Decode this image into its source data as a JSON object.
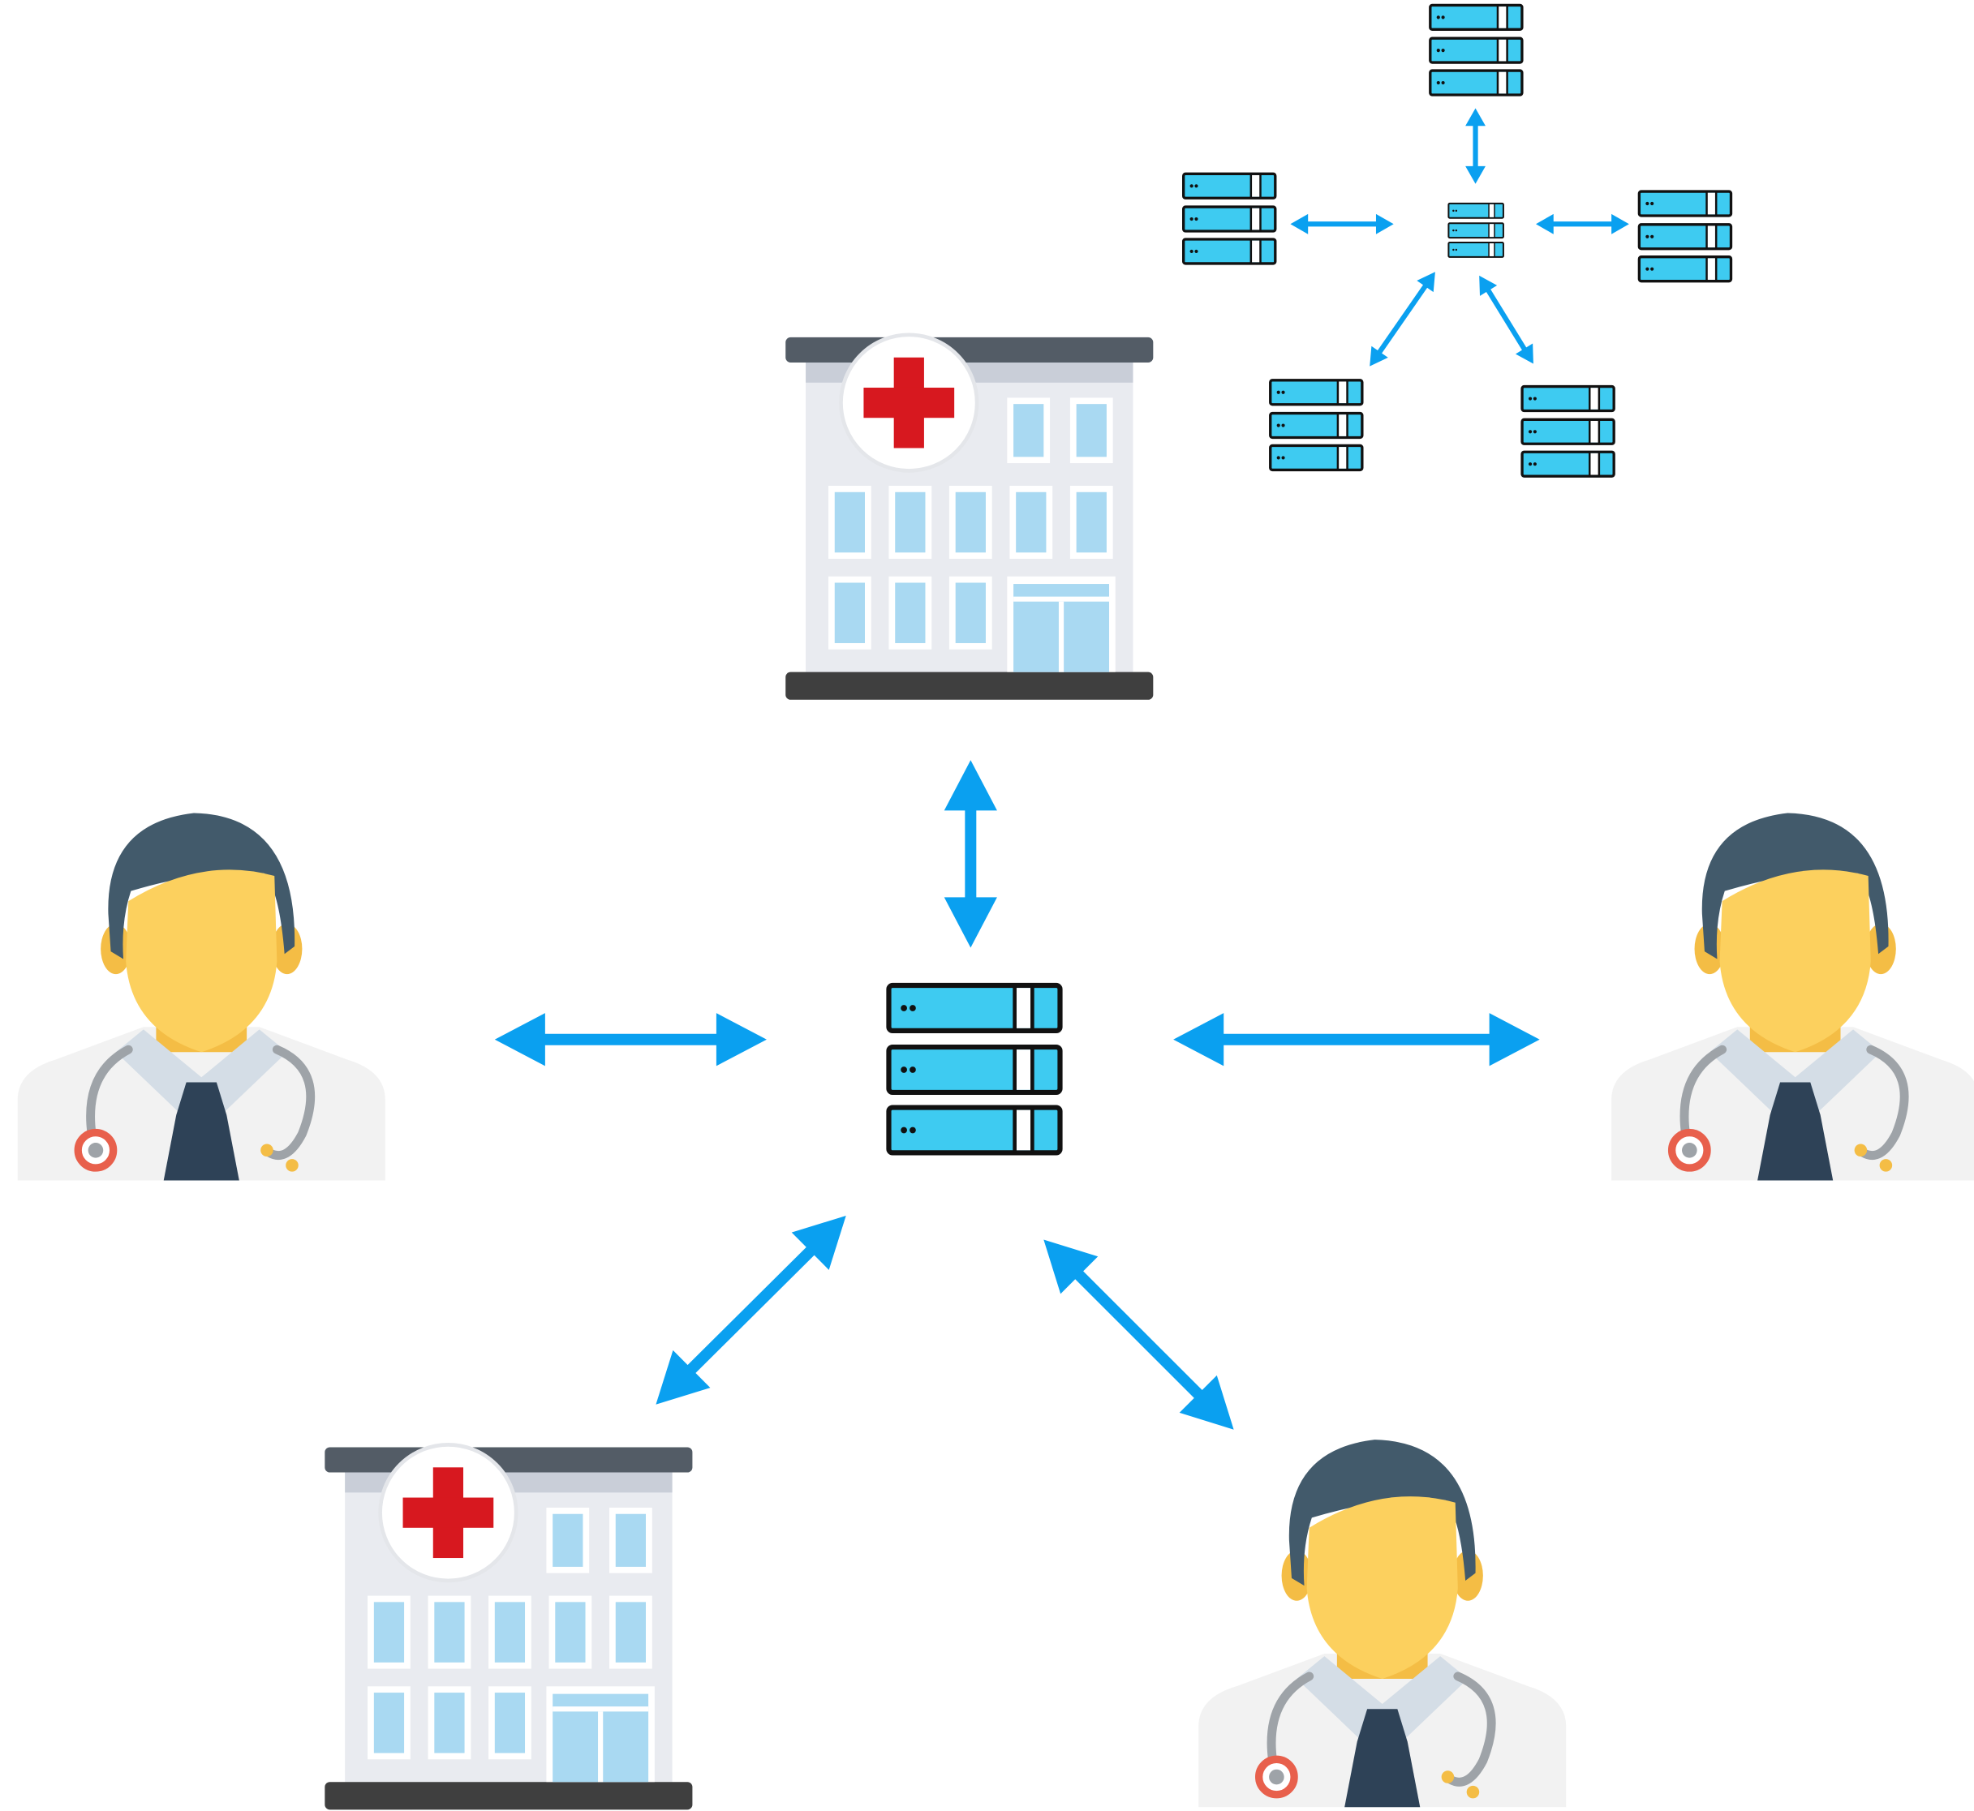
{
  "diagram": {
    "type": "network",
    "nodes": [
      {
        "id": "central-server",
        "kind": "server"
      },
      {
        "id": "hospital-top",
        "kind": "hospital"
      },
      {
        "id": "hospital-bottom",
        "kind": "hospital"
      },
      {
        "id": "doctor-left",
        "kind": "doctor"
      },
      {
        "id": "doctor-right",
        "kind": "doctor"
      },
      {
        "id": "doctor-bottom",
        "kind": "doctor"
      },
      {
        "id": "mini-hub-server",
        "kind": "server"
      },
      {
        "id": "mini-server-top",
        "kind": "server"
      },
      {
        "id": "mini-server-left",
        "kind": "server"
      },
      {
        "id": "mini-server-right",
        "kind": "server"
      },
      {
        "id": "mini-server-bottom-left",
        "kind": "server"
      },
      {
        "id": "mini-server-bottom-right",
        "kind": "server"
      }
    ],
    "edges": [
      {
        "from": "central-server",
        "to": "hospital-top",
        "direction": "both"
      },
      {
        "from": "central-server",
        "to": "doctor-left",
        "direction": "both"
      },
      {
        "from": "central-server",
        "to": "doctor-right",
        "direction": "both"
      },
      {
        "from": "central-server",
        "to": "hospital-bottom",
        "direction": "both"
      },
      {
        "from": "central-server",
        "to": "doctor-bottom",
        "direction": "both"
      },
      {
        "from": "mini-hub-server",
        "to": "mini-server-top",
        "direction": "both"
      },
      {
        "from": "mini-hub-server",
        "to": "mini-server-left",
        "direction": "both"
      },
      {
        "from": "mini-hub-server",
        "to": "mini-server-right",
        "direction": "both"
      },
      {
        "from": "mini-hub-server",
        "to": "mini-server-bottom-left",
        "direction": "both"
      },
      {
        "from": "mini-hub-server",
        "to": "mini-server-bottom-right",
        "direction": "both"
      }
    ],
    "colors": {
      "arrow": "#0aa0f0",
      "server_fill": "#3ecbf1",
      "server_outline": "#111111",
      "hospital_wall": "#e9ebf0",
      "hospital_roof": "#535c66",
      "hospital_window": "#a9d9f2",
      "red_cross": "#d7181f",
      "skin": "#fcd05e",
      "hair": "#425a6b",
      "coat": "#f2f2f2",
      "tie": "#2e4257"
    },
    "icons": [
      "server-icon",
      "hospital-icon",
      "doctor-icon",
      "double-arrow-icon"
    ]
  }
}
